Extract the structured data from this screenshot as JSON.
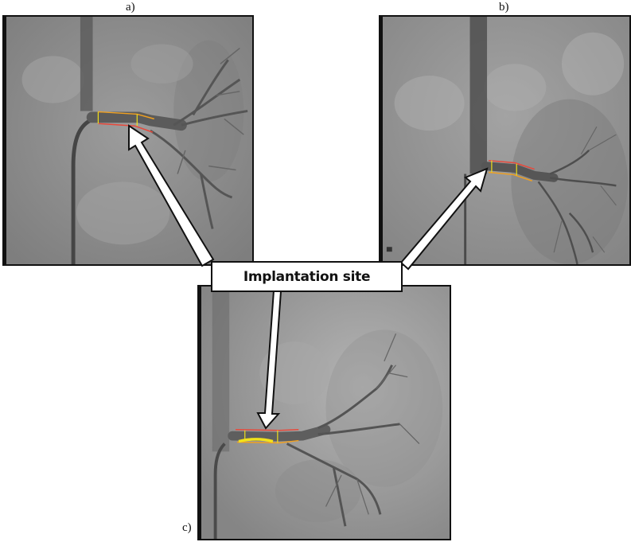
{
  "figure": {
    "panels": [
      {
        "id": "a",
        "label": "a)",
        "description": "Renal angiogram with marked implantation site segment in renal artery"
      },
      {
        "id": "b",
        "label": "b)",
        "description": "Renal angiogram with marked implantation site segment in renal artery"
      },
      {
        "id": "c",
        "label": "c)",
        "description": "Renal angiogram with marked implantation site segment in renal artery"
      }
    ],
    "callout": {
      "text": "Implantation site"
    },
    "colors": {
      "outline_red": "#e8483a",
      "outline_orange": "#f0a020",
      "marker_yellow": "#f2e21a",
      "arrow_fill": "#ffffff",
      "arrow_stroke": "#111111",
      "frame": "#111111",
      "xray_bg": "#8e8e8e"
    }
  }
}
